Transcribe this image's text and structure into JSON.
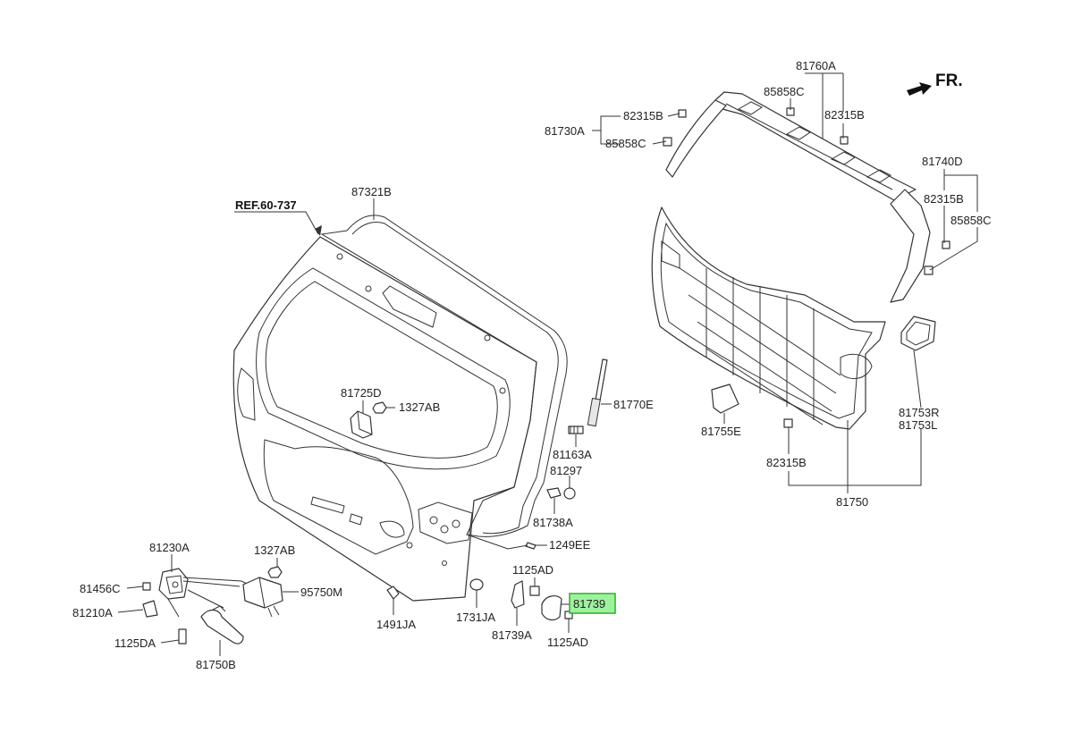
{
  "header": {
    "direction_label": "FR.",
    "reference_label": "REF.60-737"
  },
  "parts": {
    "p81760A": "81760A",
    "p85858C_top": "85858C",
    "p82315B_top_right": "82315B",
    "p81730A": "81730A",
    "p82315B_top_left": "82315B",
    "p85858C_left": "85858C",
    "p81740D": "81740D",
    "p82315B_right": "82315B",
    "p85858C_right": "85858C",
    "p87321B": "87321B",
    "p81725D": "81725D",
    "p1327AB_center": "1327AB",
    "p81770E": "81770E",
    "p81163A": "81163A",
    "p81297": "81297",
    "p81738A": "81738A",
    "p1249EE": "1249EE",
    "p81755E": "81755E",
    "p81753R": "81753R",
    "p81753L": "81753L",
    "p82315B_lower": "82315B",
    "p81750": "81750",
    "p81230A": "81230A",
    "p1327AB_lower": "1327AB",
    "p81456C": "81456C",
    "p95750M": "95750M",
    "p81210A": "81210A",
    "p1125DA": "1125DA",
    "p81750B": "81750B",
    "p1491JA": "1491JA",
    "p1731JA": "1731JA",
    "p1125AD_upper": "1125AD",
    "p81739": "81739",
    "p81739A": "81739A",
    "p1125AD_lower": "1125AD"
  },
  "highlight": {
    "part": "81739",
    "fill_color": "#9ef29e",
    "border_color": "#2fae2f"
  }
}
